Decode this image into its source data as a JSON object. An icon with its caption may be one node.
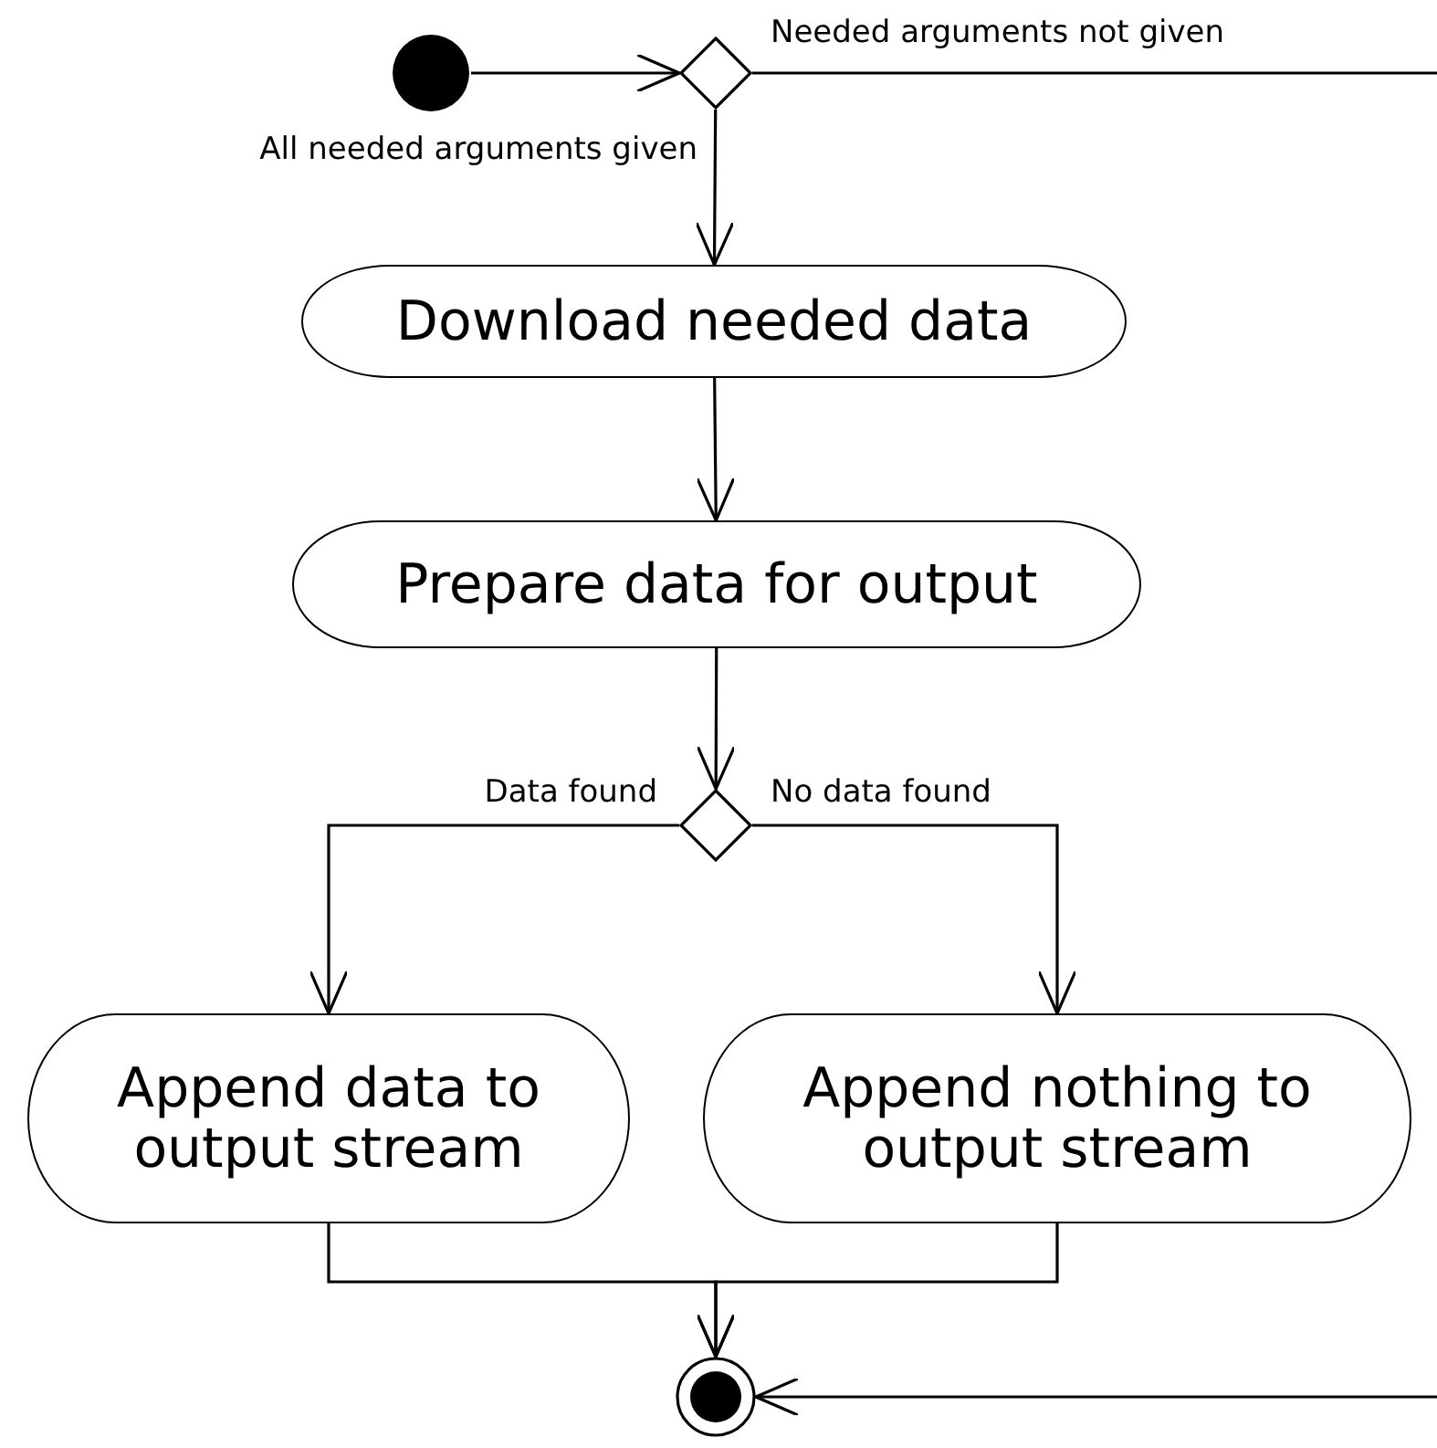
{
  "diagram": {
    "nodes": [
      {
        "text": [],
        "shape": "circle"
      },
      {
        "text": [],
        "shape": "diamond"
      },
      {
        "text": [
          "Download needed data"
        ]
      },
      {
        "text": [
          "Prepare data for output"
        ]
      },
      {
        "text": [],
        "shape": "diamond"
      },
      {
        "text": [
          "Append data to output stream"
        ]
      },
      {
        "text": [
          "Append nothing to output stream"
        ]
      },
      {
        "text": [],
        "shape": "bullseye"
      }
    ],
    "edges": [
      {
        "from": 0,
        "to": 1,
        "arrow": "to"
      },
      {
        "from": 1,
        "to": 2,
        "arrow": "to",
        "label": "All needed arguments given"
      },
      {
        "from": 1,
        "to": null,
        "arrow": "none",
        "label": "Needed arguments not given"
      },
      {
        "from": null,
        "to": 7,
        "arrow": "to"
      },
      {
        "from": 2,
        "to": 3,
        "arrow": "to"
      },
      {
        "from": 3,
        "to": 4,
        "arrow": "to"
      },
      {
        "from": 4,
        "to": 5,
        "arrow": "to",
        "label": "Data found"
      },
      {
        "from": 4,
        "to": 6,
        "arrow": "to",
        "label": "No data found"
      },
      {
        "from": 5,
        "to": 7,
        "arrow": "to"
      },
      {
        "from": 6,
        "to": 7,
        "arrow": "to"
      }
    ]
  }
}
